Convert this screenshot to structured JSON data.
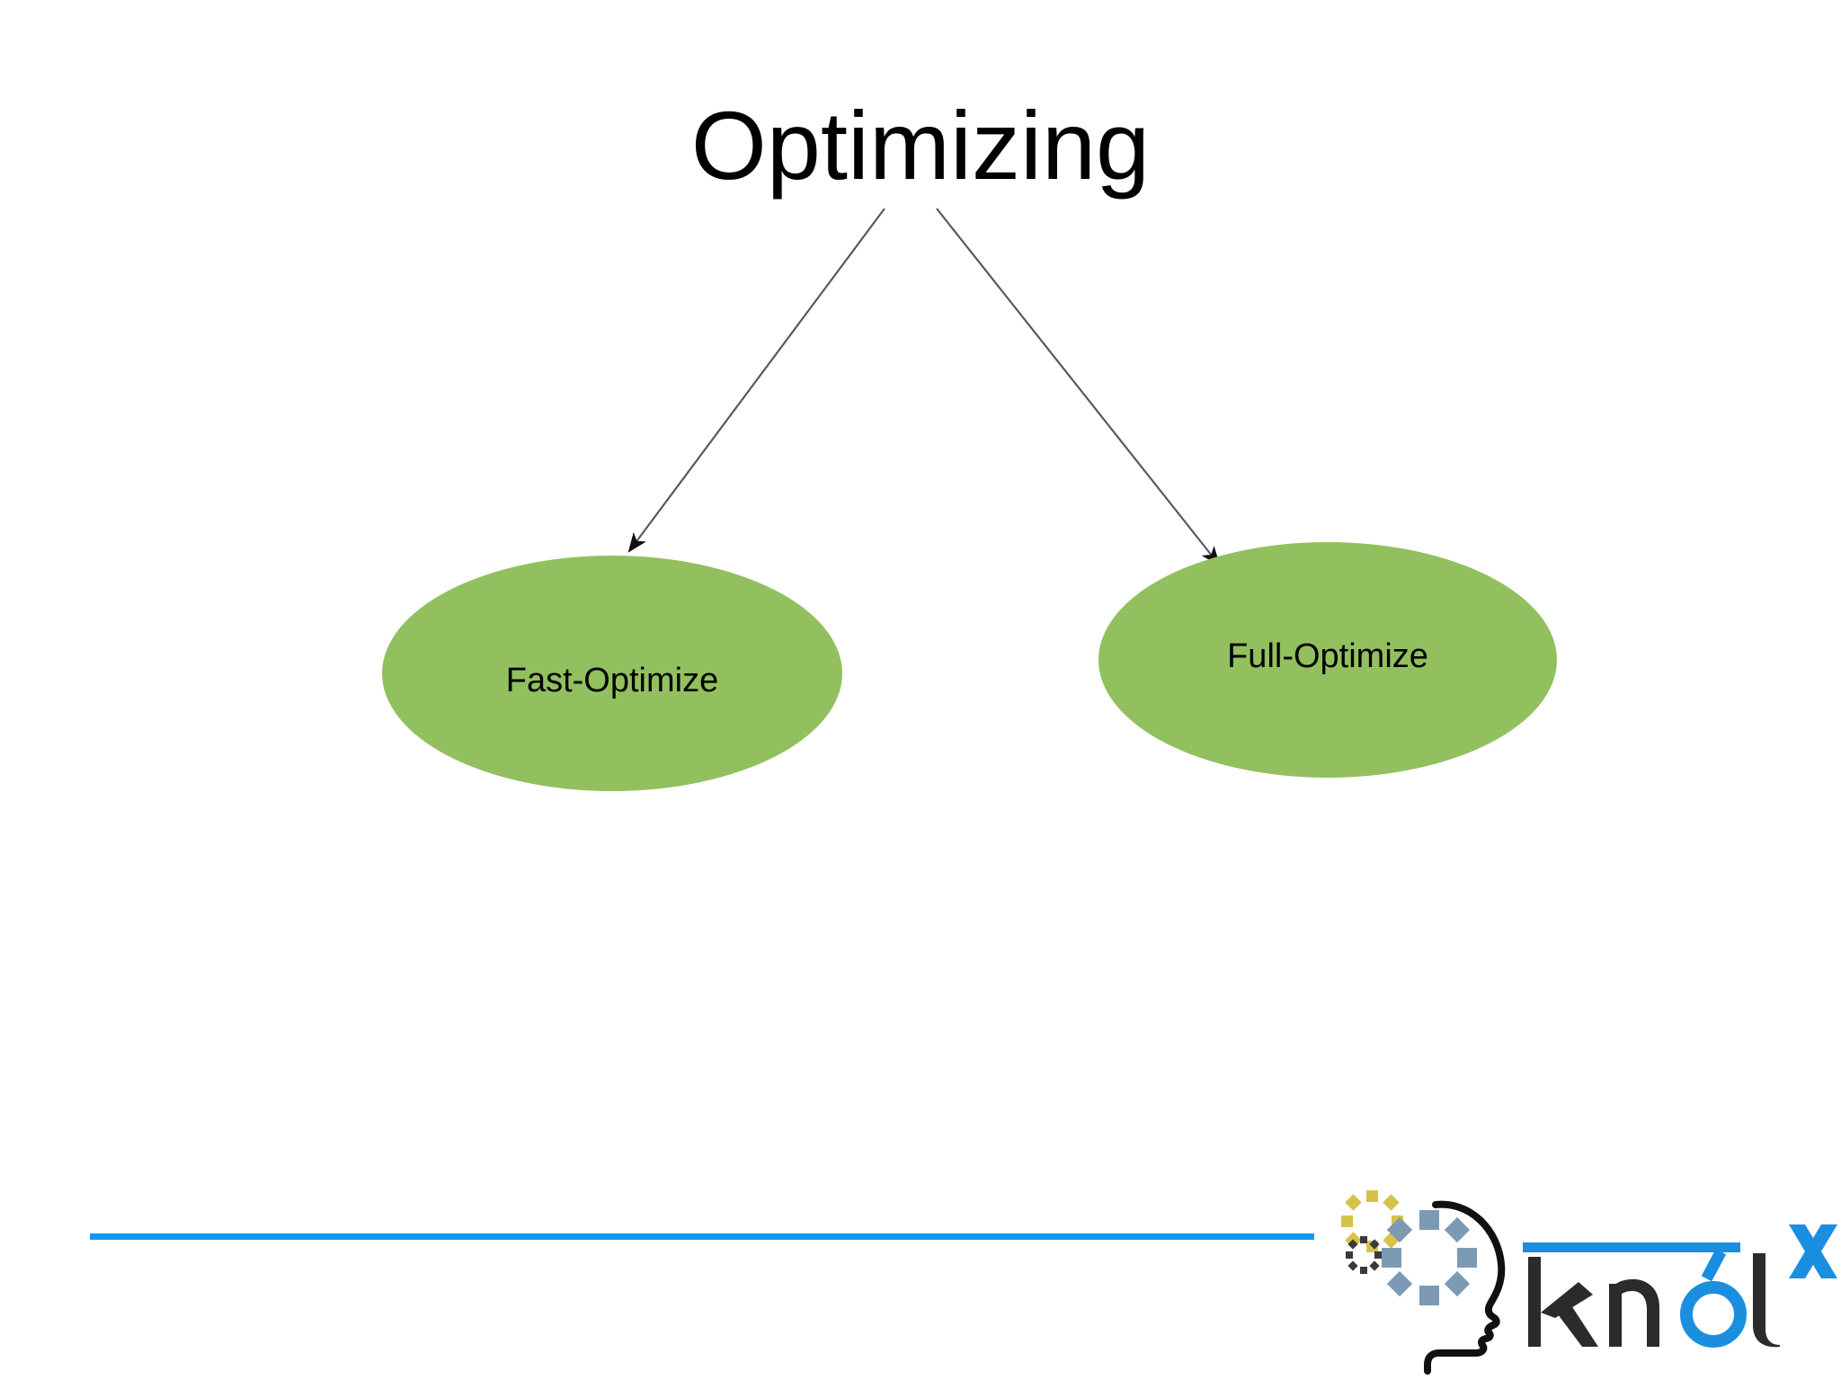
{
  "slide": {
    "background_color": "#ffffff",
    "title": "Optimizing"
  },
  "diagram": {
    "type": "tree",
    "root_label": "Optimizing",
    "node_fill_color": "#92c05e",
    "node_text_color": "#000000",
    "connector_color": "#595959",
    "nodes": [
      {
        "id": "fast-optimize",
        "label": "Fast-Optimize"
      },
      {
        "id": "full-optimize",
        "label": "Full-Optimize"
      }
    ],
    "edges": [
      {
        "from": "Optimizing",
        "to": "Fast-Optimize",
        "style": "arrow"
      },
      {
        "from": "Optimizing",
        "to": "Full-Optimize",
        "style": "arrow"
      }
    ]
  },
  "footer": {
    "rule_color": "#1099ed",
    "logo": {
      "brand": "knól",
      "superscript": "x",
      "text_dark_color": "#2b2b2b",
      "text_accent_color": "#1a8fe0",
      "mark_gold_color": "#d6c24a",
      "mark_blue_color": "#7d9ab5",
      "mark_dark_color": "#3a3a3a",
      "head_outline_color": "#111111"
    }
  }
}
